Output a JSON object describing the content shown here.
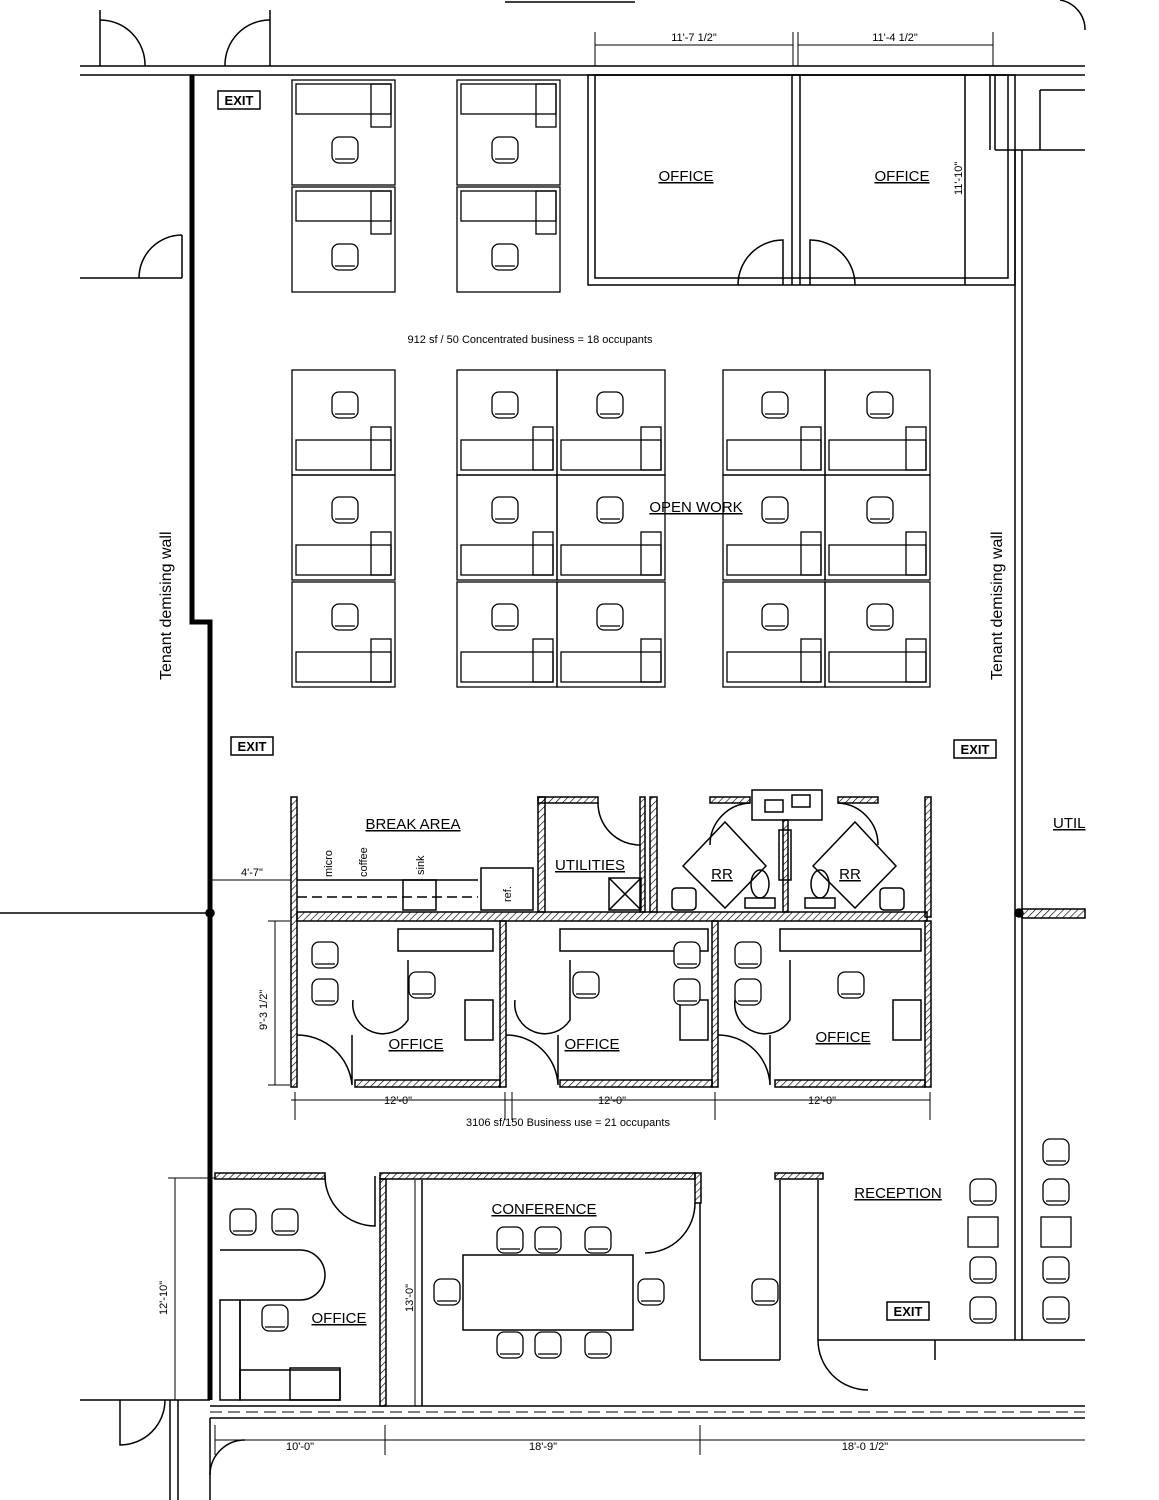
{
  "rooms": {
    "office_top_1": "OFFICE",
    "office_top_2": "OFFICE",
    "open_work": "OPEN WORK",
    "break_area": "BREAK AREA",
    "utilities": "UTILITIES",
    "rr_1": "RR",
    "rr_2": "RR",
    "office_mid_1": "OFFICE",
    "office_mid_2": "OFFICE",
    "office_mid_3": "OFFICE",
    "conference": "CONFERENCE",
    "reception": "RECEPTION",
    "office_bottom": "OFFICE",
    "util_partial": "UTIL"
  },
  "fixtures": {
    "micro": "micro",
    "coffee": "coffee",
    "sink": "sink",
    "ref": "ref."
  },
  "exits": [
    "EXIT",
    "EXIT",
    "EXIT",
    "EXIT"
  ],
  "walls": {
    "left": "Tenant demising wall",
    "right": "Tenant demising wall"
  },
  "notes": {
    "occupancy_top": "912 sf / 50 Concentrated business = 18 occupants",
    "occupancy_mid": "3106 sf/150 Business use = 21 occupants"
  },
  "dimensions": {
    "top_1": "11'-7 1/2\"",
    "top_2": "11'-4 1/2\"",
    "top_office_height": "11'-10\"",
    "break_offset": "4'-7\"",
    "mid_office_height": "9'-3 1/2\"",
    "mid_1": "12'-0\"",
    "mid_2": "12'-0\"",
    "mid_3": "12'-0\"",
    "bottom_office_height": "12'-10\"",
    "conference_height": "13'-0\"",
    "bottom_1": "10'-0\"",
    "bottom_2": "18'-9\"",
    "bottom_3": "18'-0 1/2\""
  }
}
